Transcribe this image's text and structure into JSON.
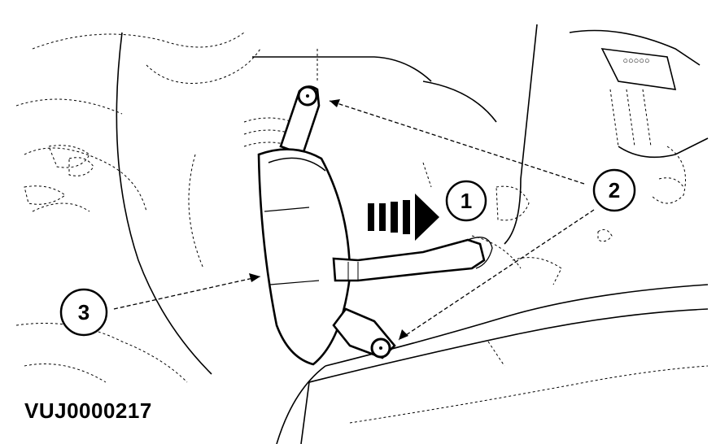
{
  "figure_id": "VUJ0000217",
  "callouts": [
    {
      "label": "1"
    },
    {
      "label": "2"
    },
    {
      "label": "3"
    }
  ],
  "connector_marking": "○○○○○"
}
